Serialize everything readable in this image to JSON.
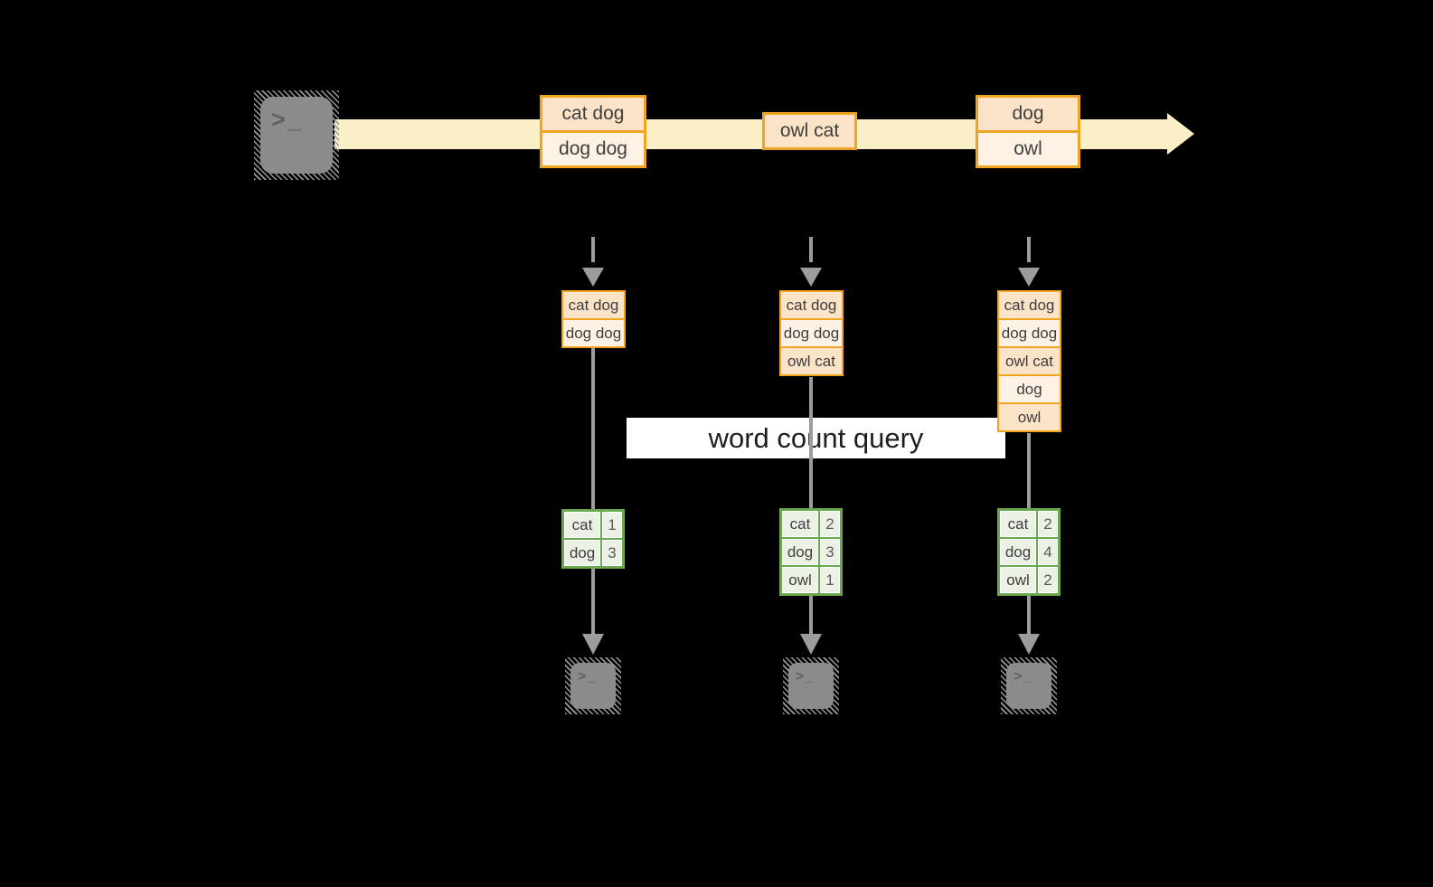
{
  "query_label": "word count query",
  "icons": {
    "terminal_prompt": ">",
    "terminal_cursor": "_"
  },
  "timeline": {
    "events": [
      {
        "lines": [
          "cat dog",
          "dog dog"
        ]
      },
      {
        "lines": [
          "owl cat"
        ]
      },
      {
        "lines": [
          "dog",
          "owl"
        ]
      }
    ]
  },
  "columns": [
    {
      "state_records": [
        "cat dog",
        "dog dog"
      ],
      "counts": [
        [
          "cat",
          "1"
        ],
        [
          "dog",
          "3"
        ]
      ]
    },
    {
      "state_records": [
        "cat dog",
        "dog dog",
        "owl cat"
      ],
      "counts": [
        [
          "cat",
          "2"
        ],
        [
          "dog",
          "3"
        ],
        [
          "owl",
          "1"
        ]
      ]
    },
    {
      "state_records": [
        "cat dog",
        "dog dog",
        "owl cat",
        "dog",
        "owl"
      ],
      "counts": [
        [
          "cat",
          "2"
        ],
        [
          "dog",
          "4"
        ],
        [
          "owl",
          "2"
        ]
      ]
    }
  ],
  "colors": {
    "background": "#000000",
    "stream_band": "#fbefc7",
    "record_border": "#f0a41f",
    "record_fill_a": "#fae3c6",
    "record_fill_b": "#fdf2e3",
    "arrow_gray": "#9c9c9c",
    "table_border": "#69a84e",
    "table_cell": "#ecf1e6",
    "query_label_bg": "#ffffff"
  }
}
